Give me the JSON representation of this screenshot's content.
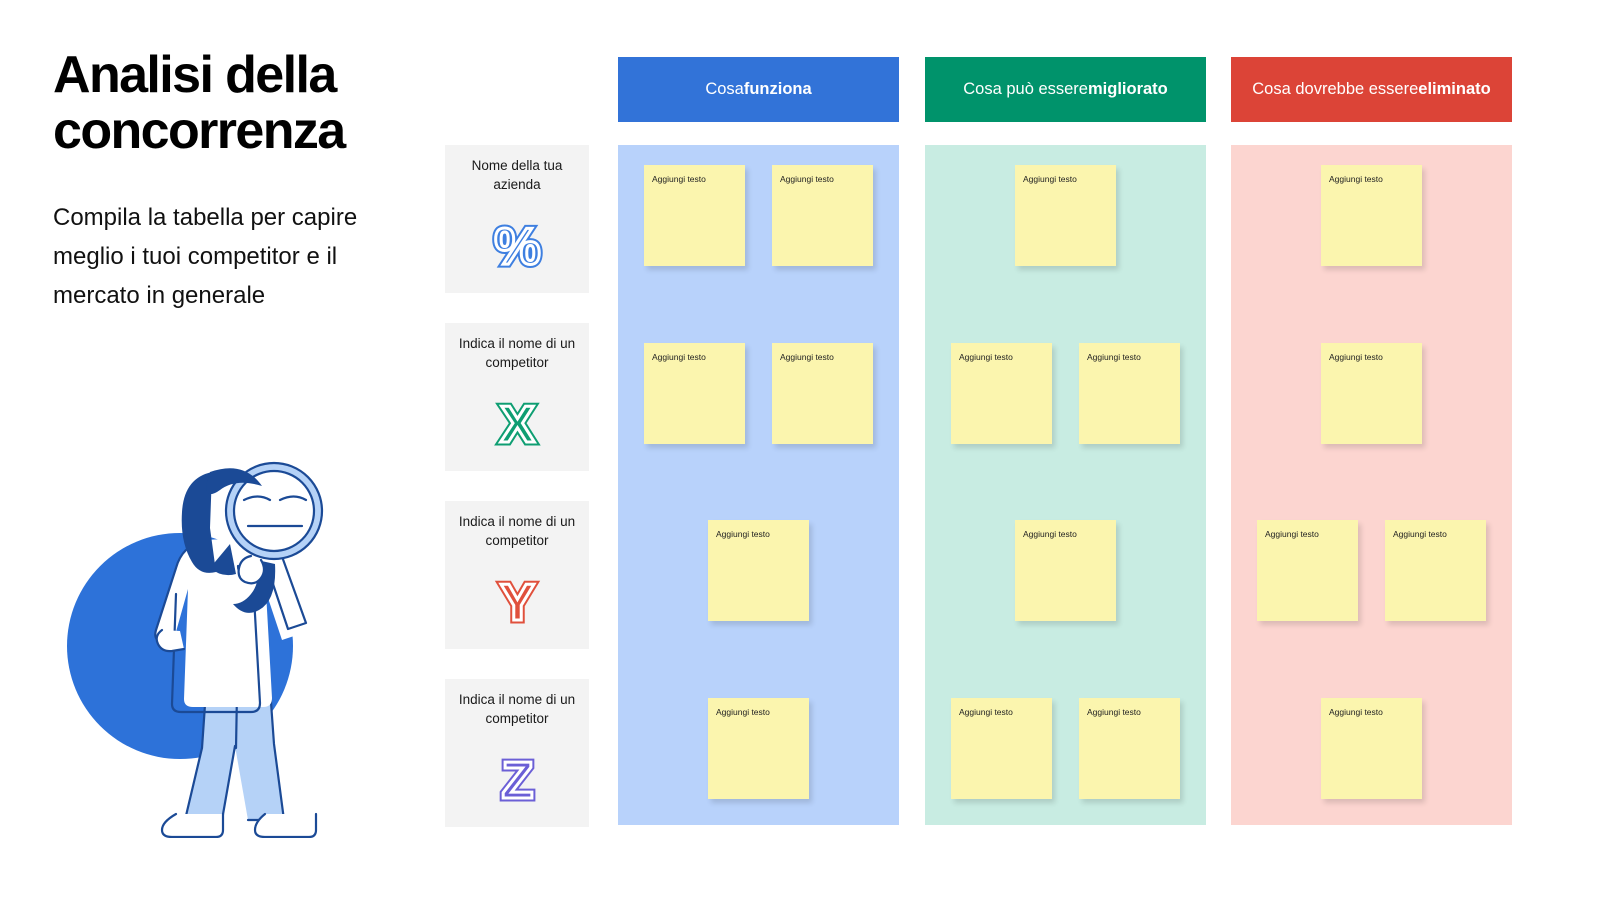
{
  "intro": {
    "title": "Analisi della concorrenza",
    "subtitle": "Compila la tabella per capire meglio i tuoi competitor e il mercato in generale",
    "illustration_name": "woman-with-magnifying-glass"
  },
  "colors": {
    "header_blue": "#3273d8",
    "header_green": "#00936b",
    "header_red": "#dc4437",
    "panel_blue": "#b8d2fb",
    "panel_green": "#c8ece2",
    "panel_red": "#fcd5d0",
    "note_yellow": "#fbf5ae",
    "card_gray": "#f3f3f3",
    "icon_pct_blue": "#3e7fe0",
    "icon_x_green": "#0e9e72",
    "icon_y_red": "#e0503c",
    "icon_z_purple": "#6b5fd6"
  },
  "rows": [
    {
      "label": "Nome della tua azienda",
      "icon": "percent-icon",
      "glyph": "%",
      "color": "#3e7fe0"
    },
    {
      "label": "Indica il nome di un competitor",
      "icon": "letter-x-icon",
      "glyph": "X",
      "color": "#0e9e72"
    },
    {
      "label": "Indica il nome di un competitor",
      "icon": "letter-y-icon",
      "glyph": "Y",
      "color": "#e0503c"
    },
    {
      "label": "Indica il nome di un competitor",
      "icon": "letter-z-icon",
      "glyph": "Z",
      "color": "#6b5fd6"
    }
  ],
  "note_text": "Aggiungi testo",
  "columns": [
    {
      "header_prefix": "Cosa ",
      "header_strong": "funziona",
      "header_color": "#3273d8",
      "panel_color": "#b8d2fb",
      "cells": [
        {
          "notes": [
            "Aggiungi testo",
            "Aggiungi testo"
          ]
        },
        {
          "notes": [
            "Aggiungi testo",
            "Aggiungi testo"
          ]
        },
        {
          "notes": [
            "Aggiungi testo"
          ]
        },
        {
          "notes": [
            "Aggiungi testo"
          ]
        }
      ]
    },
    {
      "header_prefix": "Cosa può essere ",
      "header_strong": "migliorato",
      "header_color": "#00936b",
      "panel_color": "#c8ece2",
      "cells": [
        {
          "notes": [
            "Aggiungi testo"
          ]
        },
        {
          "notes": [
            "Aggiungi testo",
            "Aggiungi testo"
          ]
        },
        {
          "notes": [
            "Aggiungi testo"
          ]
        },
        {
          "notes": [
            "Aggiungi testo",
            "Aggiungi testo"
          ]
        }
      ]
    },
    {
      "header_prefix": "Cosa dovrebbe essere ",
      "header_strong": "eliminato",
      "header_color": "#dc4437",
      "panel_color": "#fcd5d0",
      "cells": [
        {
          "notes": [
            "Aggiungi testo"
          ]
        },
        {
          "notes": [
            "Aggiungi testo"
          ]
        },
        {
          "notes": [
            "Aggiungi testo",
            "Aggiungi testo"
          ]
        },
        {
          "notes": [
            "Aggiungi testo"
          ]
        }
      ]
    }
  ]
}
